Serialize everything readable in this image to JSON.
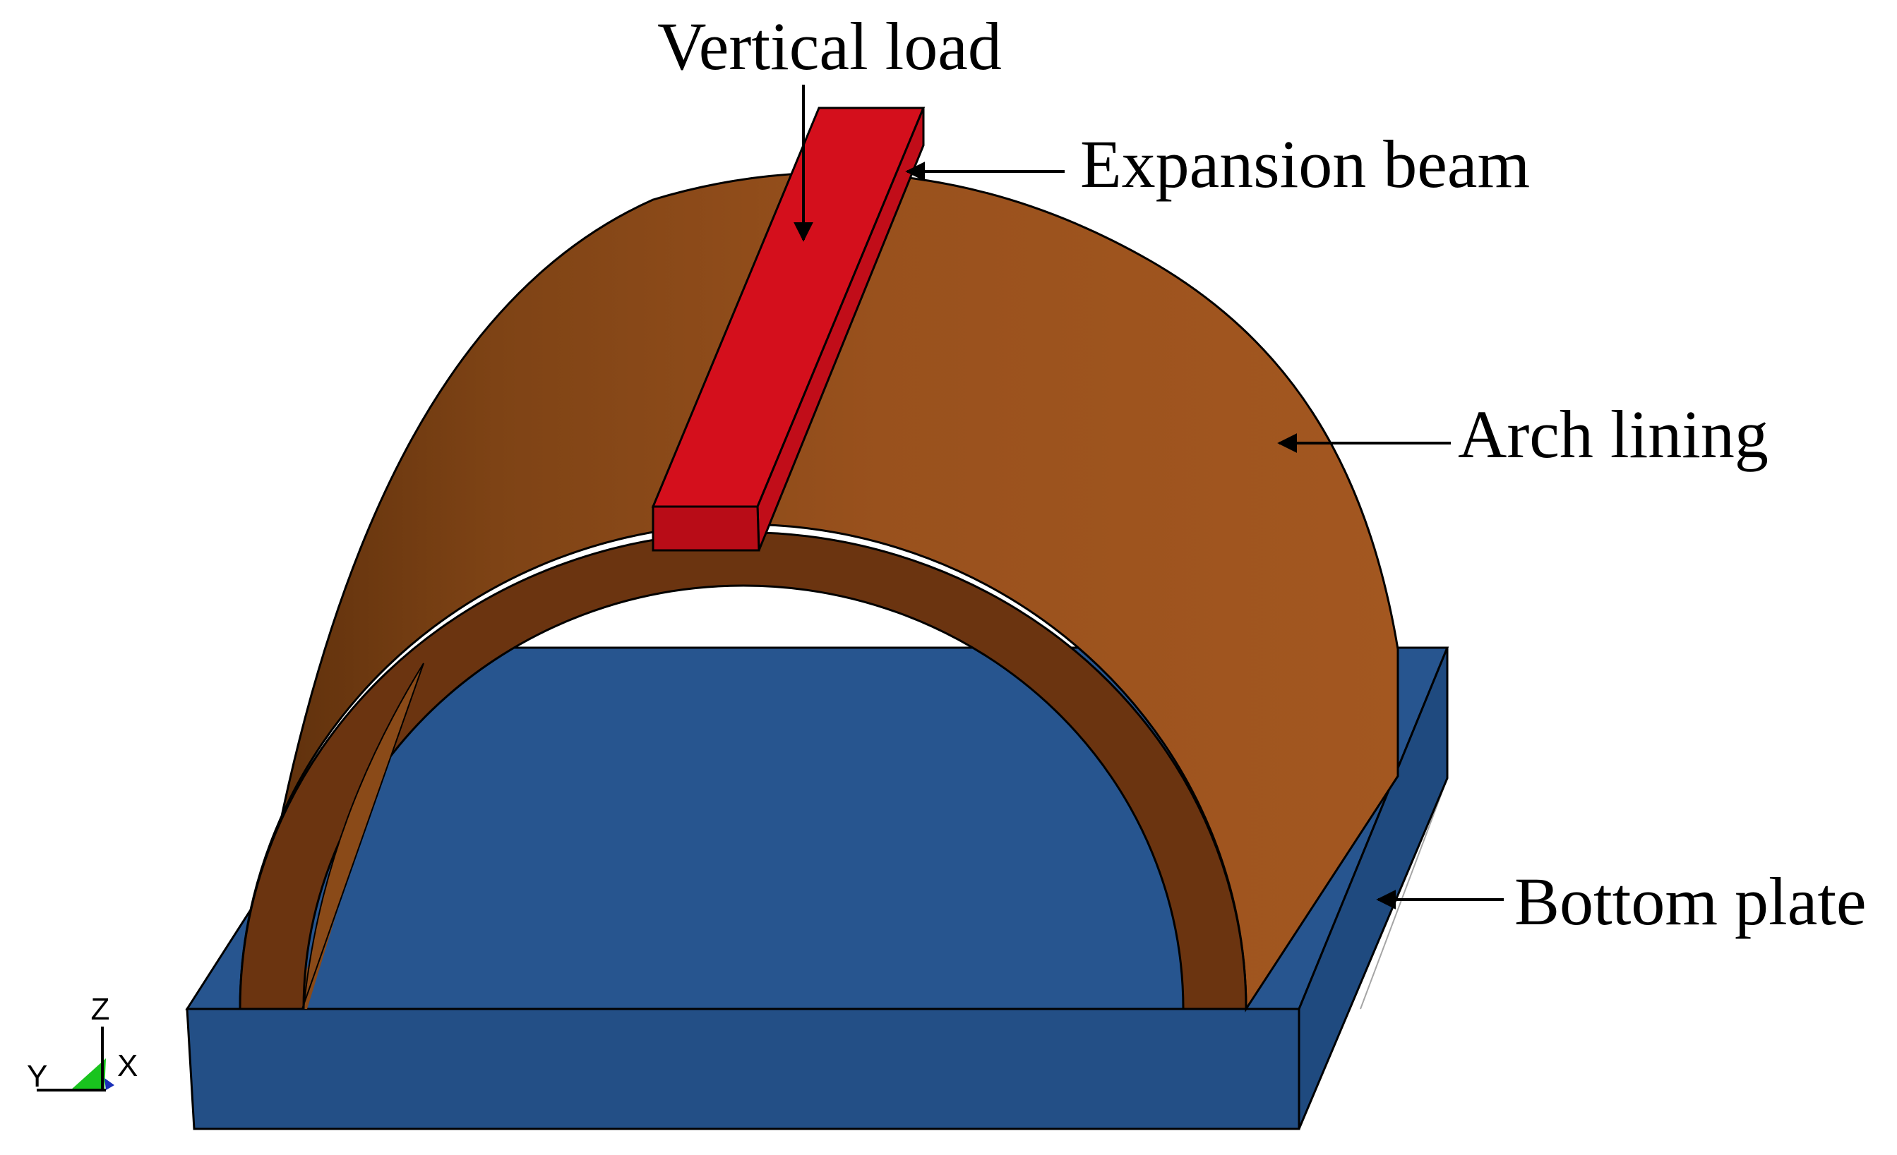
{
  "labels": {
    "vertical_load": "Vertical load",
    "expansion_beam": "Expansion beam",
    "arch_lining": "Arch lining",
    "bottom_plate": "Bottom plate"
  },
  "axes": {
    "z": "Z",
    "y": "Y",
    "x": "X"
  },
  "colors": {
    "arch_lining": "#9c5320",
    "arch_lining_dark": "#6b3410",
    "expansion_beam": "#d40f1c",
    "bottom_plate_top": "#27558f",
    "bottom_plate_front": "#234f86",
    "bottom_plate_side": "#1f4a7f",
    "triad_triangle": "#19c41e"
  }
}
